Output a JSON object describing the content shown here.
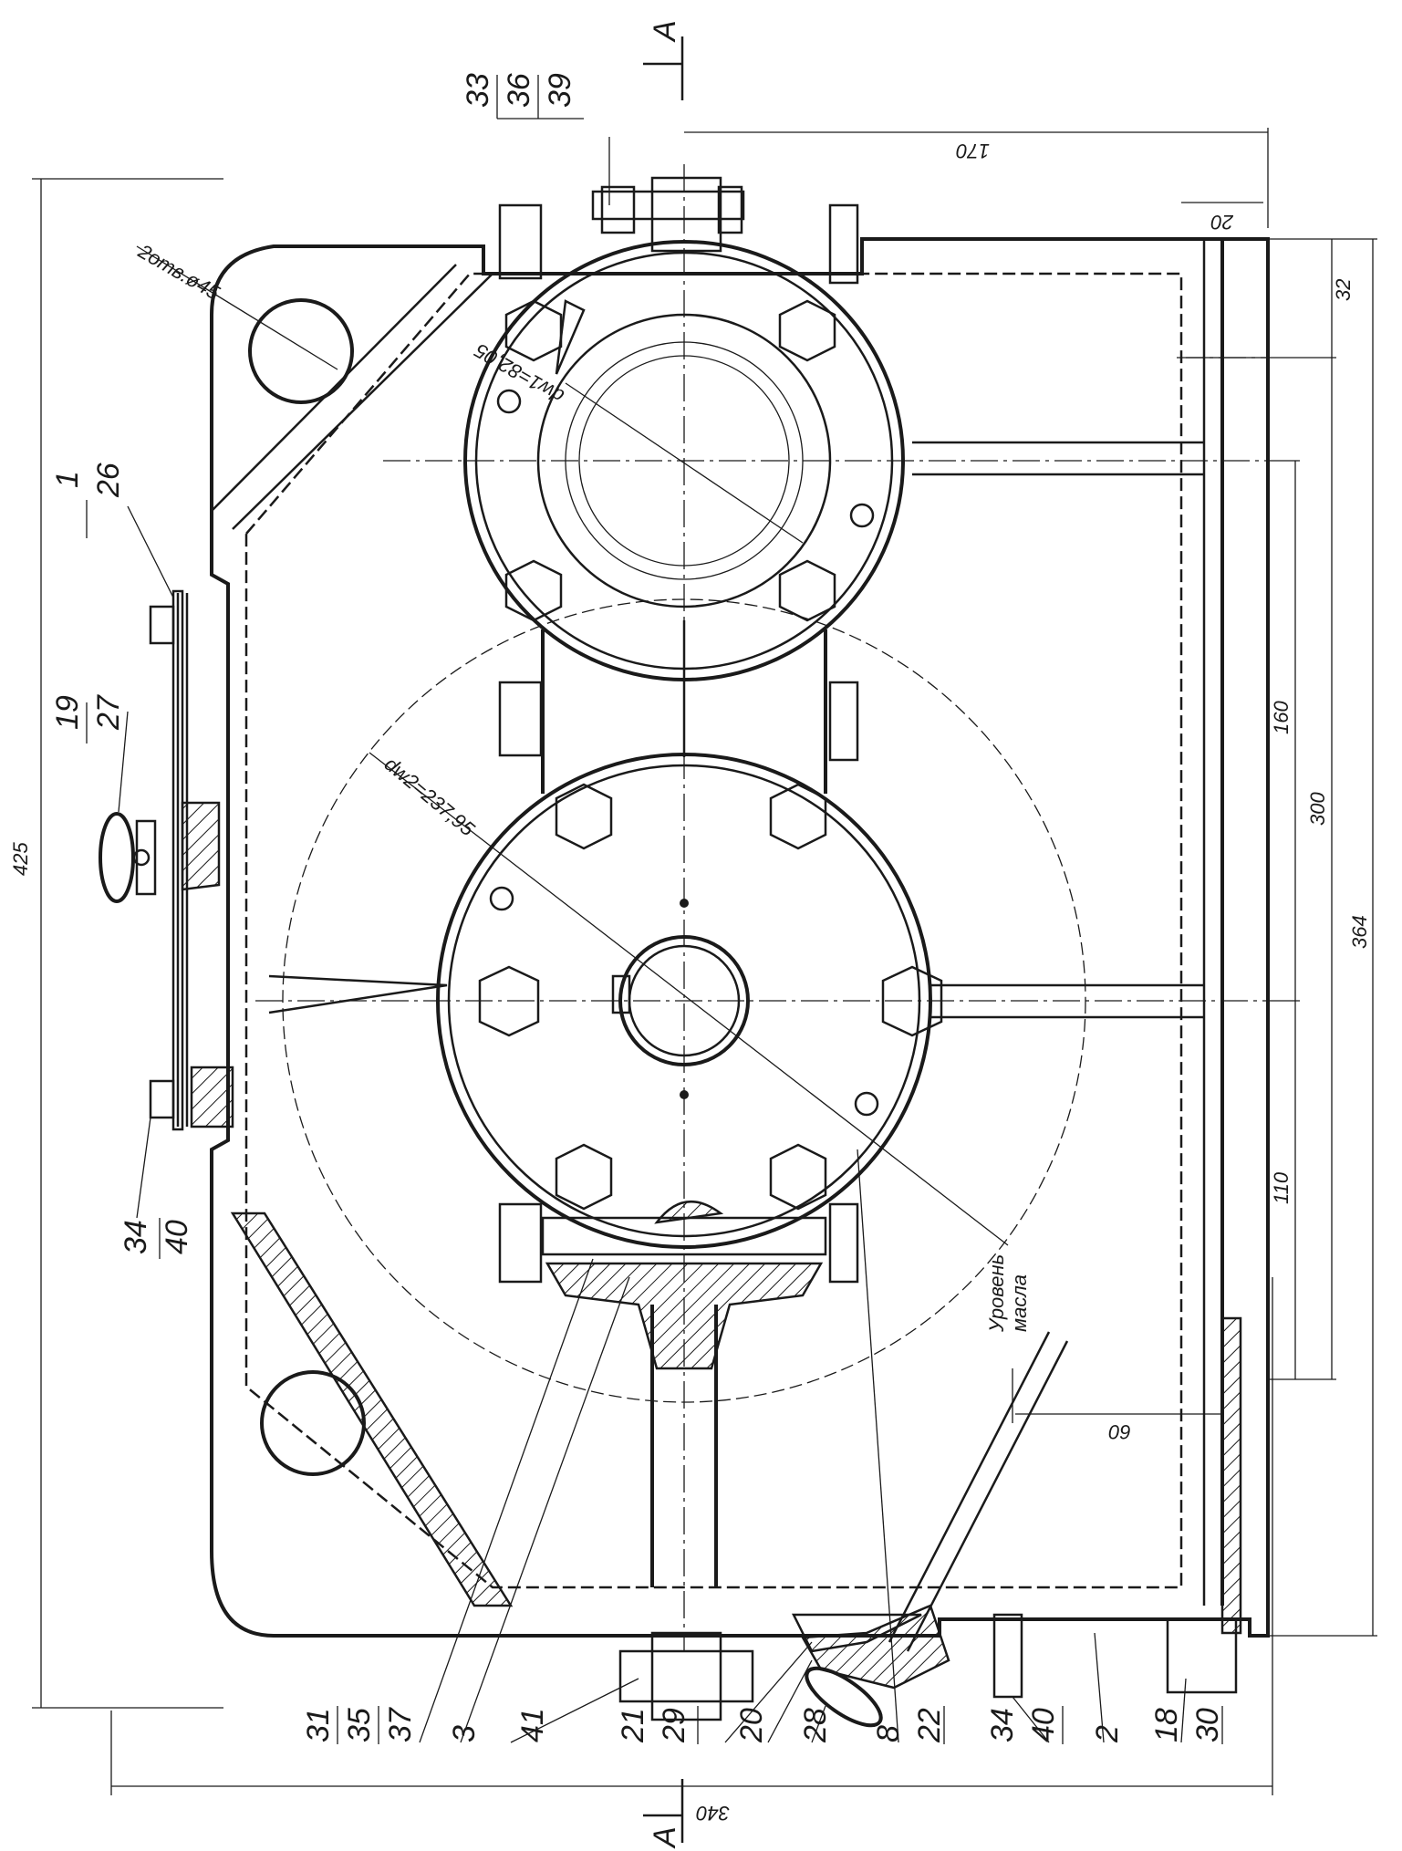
{
  "section_label": "А",
  "overall_dims": {
    "height": "425",
    "width": "340",
    "right_170": "170",
    "right_20": "20",
    "right_32": "32",
    "right_160": "160",
    "right_300": "300",
    "right_364": "364",
    "right_110": "110",
    "bottom_60": "60"
  },
  "annotations": {
    "holes": "2отв.ø45",
    "dw1": "dw1=82,05",
    "dw2": "dw2=237,95",
    "oil_level_1": "Уровень",
    "oil_level_2": "масла"
  },
  "top_callout": [
    "33",
    "36",
    "39"
  ],
  "left_callouts": {
    "a": [
      "1",
      "26"
    ],
    "b": [
      "19",
      "27"
    ],
    "c": [
      "34",
      "40"
    ]
  },
  "bottom_callouts": {
    "c1": [
      "31",
      "35",
      "37"
    ],
    "c2": "3",
    "c3": "41",
    "c4": [
      "21",
      "29"
    ],
    "c5": "20",
    "c6": "28",
    "c7": [
      "8",
      "22"
    ],
    "c8": [
      "34",
      "40"
    ],
    "c9": "2",
    "c10": [
      "18",
      "30"
    ]
  }
}
